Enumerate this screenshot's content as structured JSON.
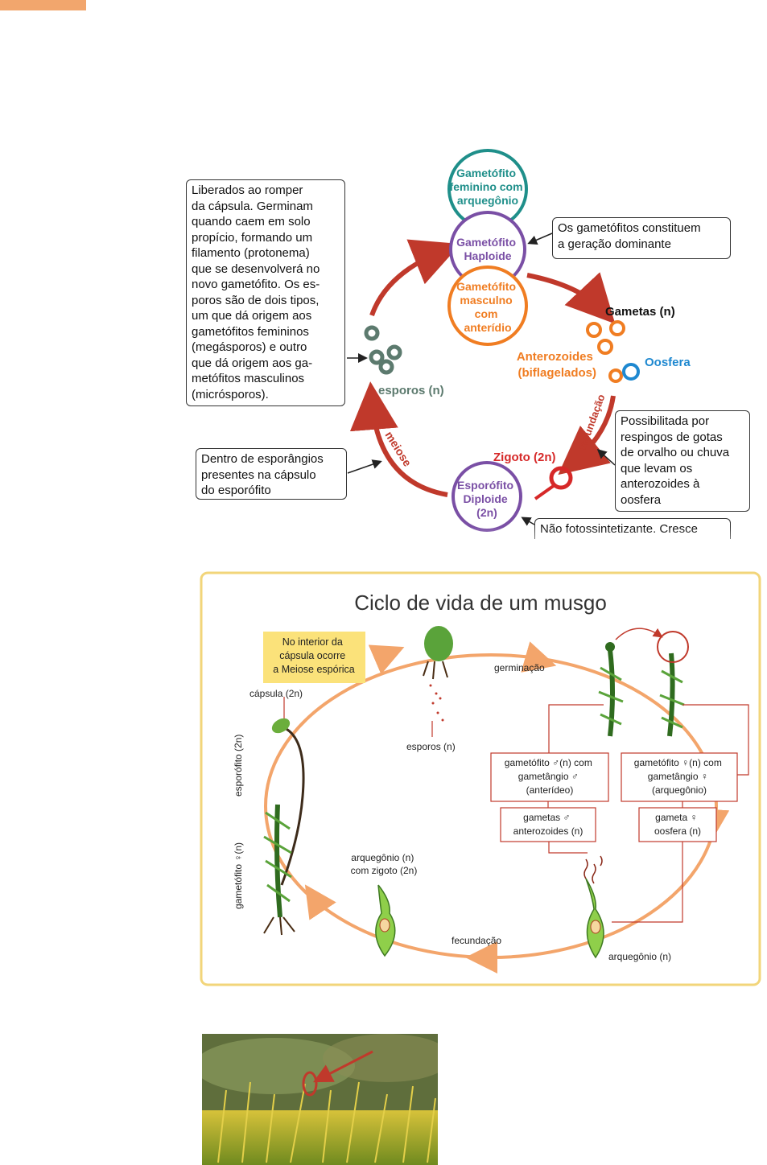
{
  "top_cycle": {
    "gametophyte_female": [
      "Gametófito",
      "feminino com",
      "arquegônio"
    ],
    "gametophyte_haploid": [
      "Gametófito",
      "Haploide"
    ],
    "gametophyte_male": [
      "Gametófito",
      "masculno",
      "com",
      "anterídio"
    ],
    "gametes_label": "Gametas (n)",
    "antherozoids_label": [
      "Anterozoides",
      "(biflagelados)"
    ],
    "oosphere_label": "Oosfera",
    "fertilization_label": "fecundação",
    "zygote_label": "Zigoto (2n)",
    "sporophyte": [
      "Esporófito",
      "Diploide",
      "(2n)"
    ],
    "meiosis_label": "meiose",
    "spores_label": "esporos (n)",
    "box_spores": "Liberados ao romper\nda cápsula. Germinam\nquando caem em solo\npropício, formando um\nfilamento (protonema)\nque se desenvolverá no\nnovo gametófito. Os es-\nporos são de dois tipos,\num que dá origem aos\ngametófitos femininos\n(megásporos) e outro\nque dá origem aos ga-\nmetófitos masculinos\n(micrósporos).",
    "box_dominant": "Os gametófitos constituem\na geração dominante",
    "box_meiosis": "Dentro de esporângios\npresentes na cápsulo\ndo esporófito",
    "box_fertilization": "Possibilitada por\nrespingos de gotas\nde orvalho ou chuva\nque levam os\nanterozoides à\noosfera",
    "box_photosynthesis": "Não fotossintetizante. Cresce",
    "colors": {
      "teal": "#1f8f8a",
      "purple": "#7a4fa5",
      "orange": "#f07d22",
      "red": "#c0392b",
      "blue": "#1e88d0",
      "spore": "#5c7a6e"
    }
  },
  "moss_cycle": {
    "title": "Ciclo de vida de um musgo",
    "note_box": [
      "No interior da",
      "cápsula ocorre",
      "a Meiose espórica"
    ],
    "capsule_label": "cápsula (2n)",
    "sporophyte_label": "esporófito (2n)",
    "gametophyte_female_label": "gametófito ♀(n)",
    "spores_label": "esporos (n)",
    "germination_label": "germinação",
    "male_gametophyte_box": [
      "gametófito ♂(n) com",
      "gametângio ♂",
      "(anterídeo)"
    ],
    "female_gametophyte_box": [
      "gametófito ♀(n) com",
      "gametângio ♀",
      "(arquegônio)"
    ],
    "male_gametes_box": [
      "gametas ♂",
      "anterozoides (n)"
    ],
    "female_gamete_box": [
      "gameta ♀",
      "oosfera (n)"
    ],
    "archegonium_zygote_label": [
      "arquegônio (n)",
      "com zigoto (2n)"
    ],
    "fertilization_label": "fecundação",
    "archegonium_label": "arquegônio (n)",
    "colors": {
      "border": "#f2d57a",
      "cycle": "#f3a56b",
      "redline": "#c0392b",
      "note": "#fbe27a"
    }
  }
}
